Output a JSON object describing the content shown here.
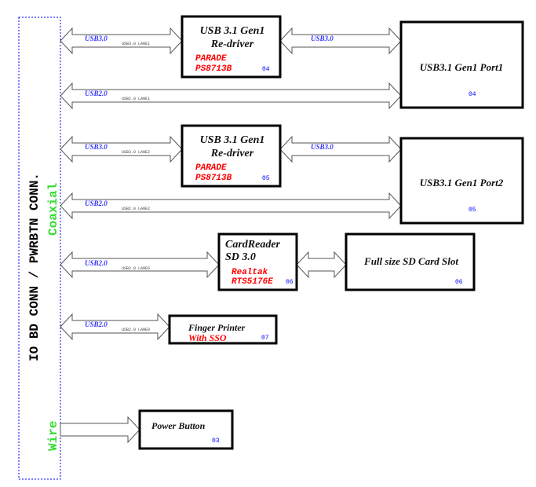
{
  "connector": {
    "label": "IO BD CONN / PWRBTN CONN.",
    "coaxial": "Coaxial",
    "wire": "Wire"
  },
  "colors": {
    "connector_border": "#0000ff",
    "green": "#33dd33",
    "red": "#ff0000",
    "bus": "#3333ff"
  },
  "redriver1": {
    "title1": "USB 3.1 Gen1",
    "title2": "Re-driver",
    "vendor": "PARADE",
    "part": "PS8713B",
    "page": "04"
  },
  "redriver2": {
    "title1": "USB 3.1 Gen1",
    "title2": "Re-driver",
    "vendor": "PARADE",
    "part": "PS8713B",
    "page": "05"
  },
  "port1": {
    "title": "USB3.1 Gen1 Port1",
    "page": "04"
  },
  "port2": {
    "title": "USB3.1 Gen1 Port2",
    "page": "05"
  },
  "cardreader": {
    "title1": "CardReader",
    "title2": "SD 3.0",
    "vendor": "Realtak",
    "part": "RTS5176E",
    "page": "06"
  },
  "sdslot": {
    "title": "Full size SD Card Slot",
    "page": "06"
  },
  "finger": {
    "title": "Finger Printer",
    "sub": "With SSO",
    "page": "07"
  },
  "power": {
    "title": "Power Button",
    "page": "03"
  },
  "buses": {
    "usb30_1": {
      "bus": "USB3.0",
      "lane": "USB3.0 LANE1"
    },
    "usb30_1b": {
      "bus": "USB3.0"
    },
    "usb20_1": {
      "bus": "USB2.0",
      "lane": "USB2.0 LANE1"
    },
    "usb30_2": {
      "bus": "USB3.0",
      "lane": "USB3.0 LANE2"
    },
    "usb30_2b": {
      "bus": "USB3.0"
    },
    "usb20_2": {
      "bus": "USB2.0",
      "lane": "USB2.0 LANE2"
    },
    "usb20_6": {
      "bus": "USB2.0",
      "lane": "USB2.0 LANE6"
    },
    "usb20_9": {
      "bus": "USB2.0",
      "lane": "USB2.0 LANE9"
    }
  }
}
